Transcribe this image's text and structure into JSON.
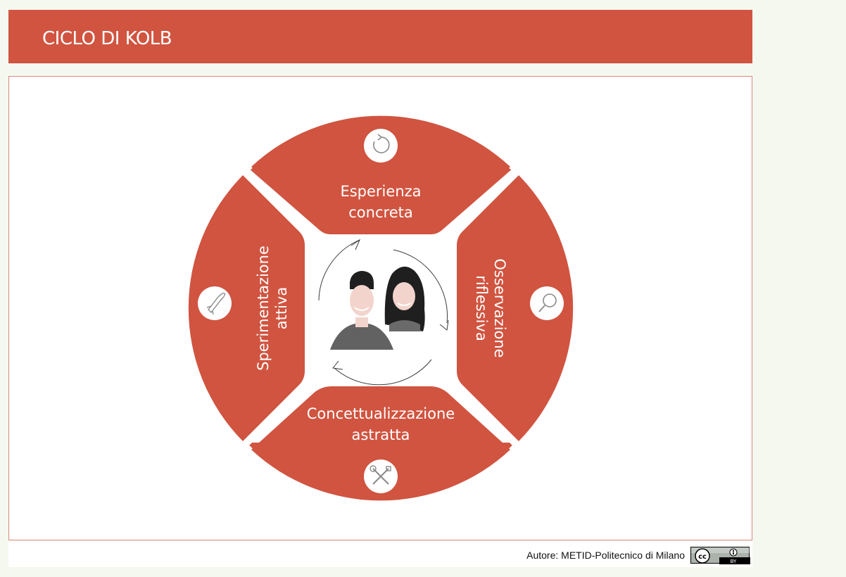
{
  "header": {
    "title": "CICLO DI KOLB"
  },
  "diagram": {
    "segments": [
      {
        "line1": "Esperienza",
        "line2": "concreta",
        "icon": "refresh-icon"
      },
      {
        "line1": "Osservazione",
        "line2": "riflessiva",
        "icon": "magnifier-icon"
      },
      {
        "line1": "Concettualizzazione",
        "line2": "astratta",
        "icon": "tools-icon"
      },
      {
        "line1": "Sperimentazione",
        "line2": "attiva",
        "icon": "rocket-icon"
      }
    ],
    "center_icon": "people-cycle-icon"
  },
  "footer": {
    "credit": "Autore: METID-Politecnico di Milano",
    "license": {
      "line1": "cc",
      "line2": "BY"
    }
  },
  "colors": {
    "accent": "#d05440",
    "background": "#f5f8ef",
    "panel": "#ffffff"
  }
}
